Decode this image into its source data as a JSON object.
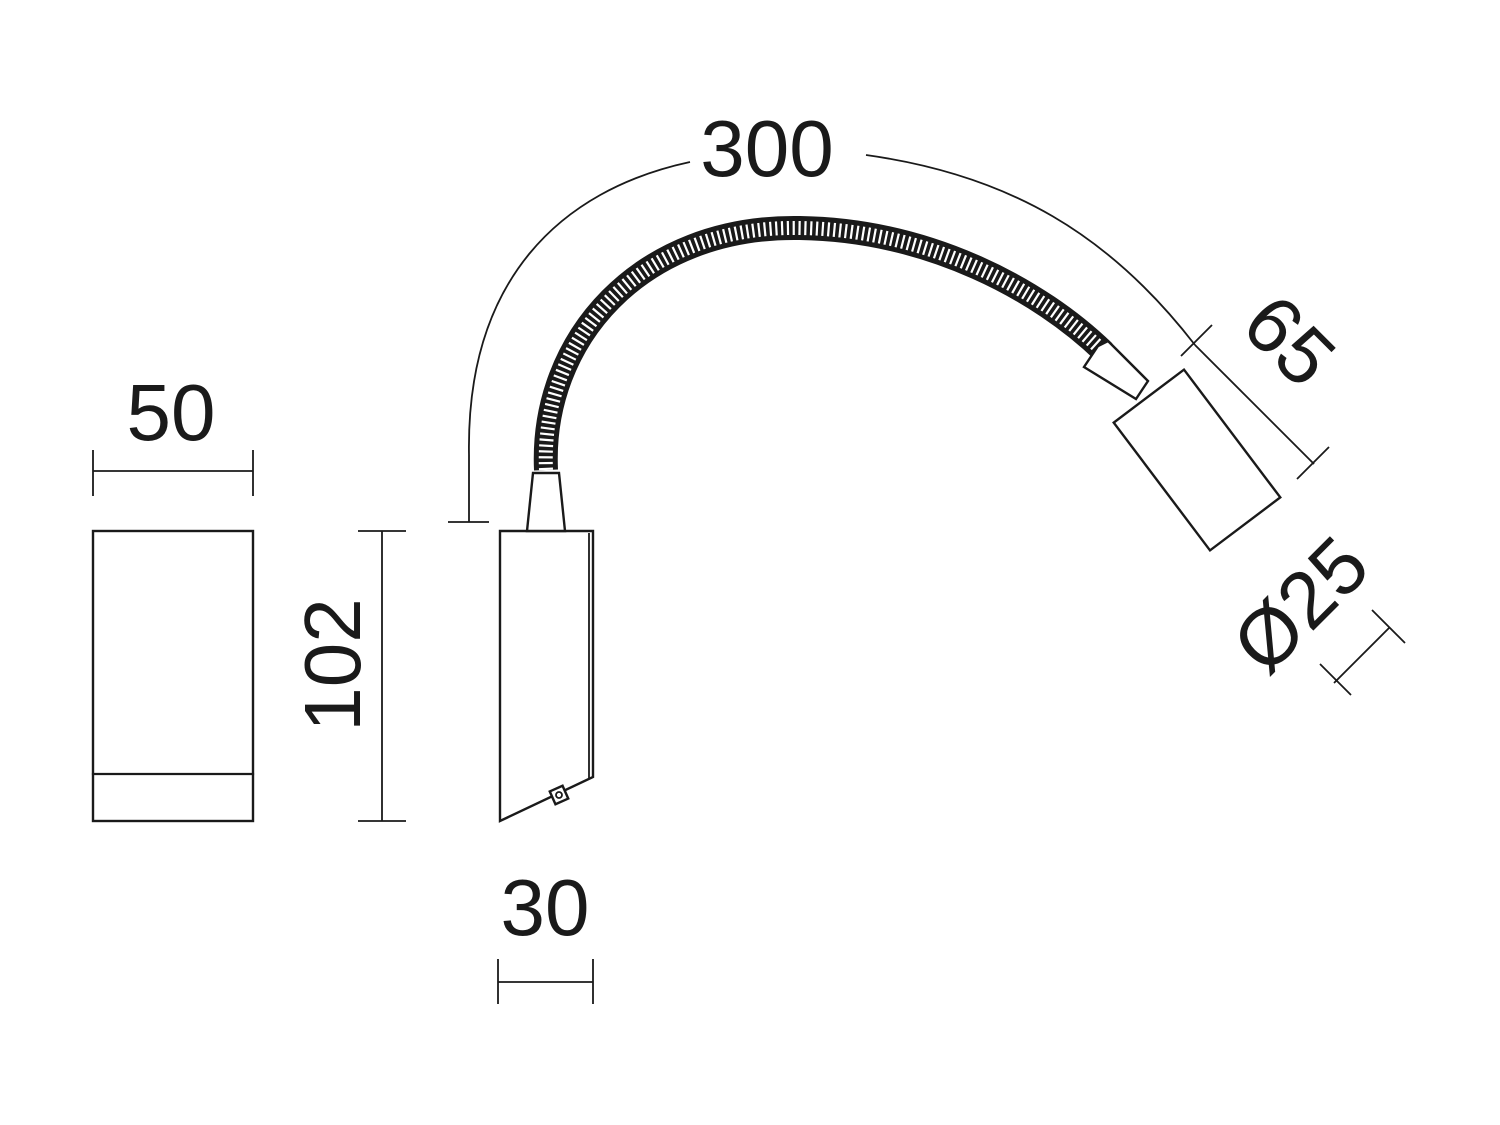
{
  "dimensions": {
    "width_front": "50",
    "height": "102",
    "depth": "30",
    "arm_length": "300",
    "head_length": "65",
    "head_diameter": "Ø25"
  },
  "colors": {
    "line": "#1a1a1a",
    "background": "#ffffff"
  }
}
